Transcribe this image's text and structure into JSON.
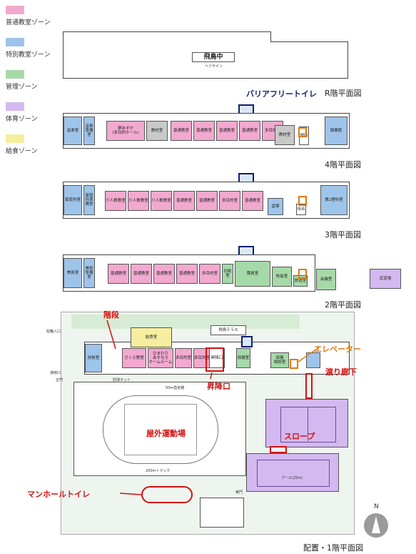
{
  "legend": [
    {
      "label": "普通教室ゾーン",
      "color": "#f2a9cf"
    },
    {
      "label": "特別教室ゾーン",
      "color": "#9fc4ea"
    },
    {
      "label": "管理ゾーン",
      "color": "#a6d9a8"
    },
    {
      "label": "体育ゾーン",
      "color": "#d3b9ef"
    },
    {
      "label": "給食ゾーン",
      "color": "#f6ee9e"
    }
  ],
  "floors": {
    "roof": {
      "title": "R階平面図",
      "sign": "飛鳥中",
      "heliport": "ヘリサイン"
    },
    "f4": {
      "title": "4階平面図",
      "rooms": {
        "music": "音楽室",
        "prep": "音楽準備室",
        "yume": "夢あすか\n(多目的ホール)",
        "material": "教材室",
        "c1": "普通教室",
        "c2": "普通教室",
        "c3": "普通教室",
        "c4": "普通教室",
        "mp": "多目的室",
        "mat2": "教材室",
        "library": "図書館",
        "toilet": "便所"
      }
    },
    "f3": {
      "title": "3階平面図",
      "rooms": {
        "home": "家庭科室",
        "prep": "家庭科準備室",
        "s1": "少人数教室",
        "s2": "少人数教室",
        "s3": "少人数教室",
        "c1": "普通教室",
        "c2": "普通教室",
        "mp": "多目的室",
        "c3": "普通教室",
        "stock": "倉庫",
        "tech2": "第2理科室",
        "wait": "待合"
      }
    },
    "f2": {
      "title": "2階平面図",
      "rooms": {
        "art": "美術室",
        "prep": "美術準備室",
        "c1": "普通教室",
        "c2": "普通教室",
        "c3": "普通教室",
        "c4": "普通教室",
        "mp": "多目的室",
        "print": "印刷室",
        "staff": "職員室",
        "principal": "校長室",
        "broadcast": "放送室",
        "meeting": "会議室",
        "martial": "武道場"
      }
    },
    "f1": {
      "title": "配置・1階平面図",
      "rooms": {
        "tech": "技術室",
        "sakura": "さくら教室",
        "hiwa": "ひまわり\nあすなろ\nホームルーム",
        "mp1": "多目的室",
        "mp2": "多目的室",
        "lift": "昇降口",
        "nurse": "保健室",
        "cooking": "給食室",
        "health": "保健\n相談室",
        "terrace": "飛鳥テラス",
        "field": "屋外運動場",
        "pool": "プール(25m)",
        "track": "200mトラック",
        "net": "防球ネット",
        "straight": "50m直走路"
      }
    }
  },
  "site_labels": {
    "south_gate": "正門",
    "north_gate": "駐輪入口",
    "east_gate": "東門",
    "service": "通用口"
  },
  "callouts": {
    "barrier_free": "バリアフリートイレ",
    "stairs": "階段",
    "elevator": "エレベーター",
    "corridor": "渡り廊下",
    "lift_entrance": "昇降口",
    "field": "屋外運動場",
    "slope": "スロープ",
    "manhole": "マンホールトイレ"
  },
  "north_label": "N"
}
